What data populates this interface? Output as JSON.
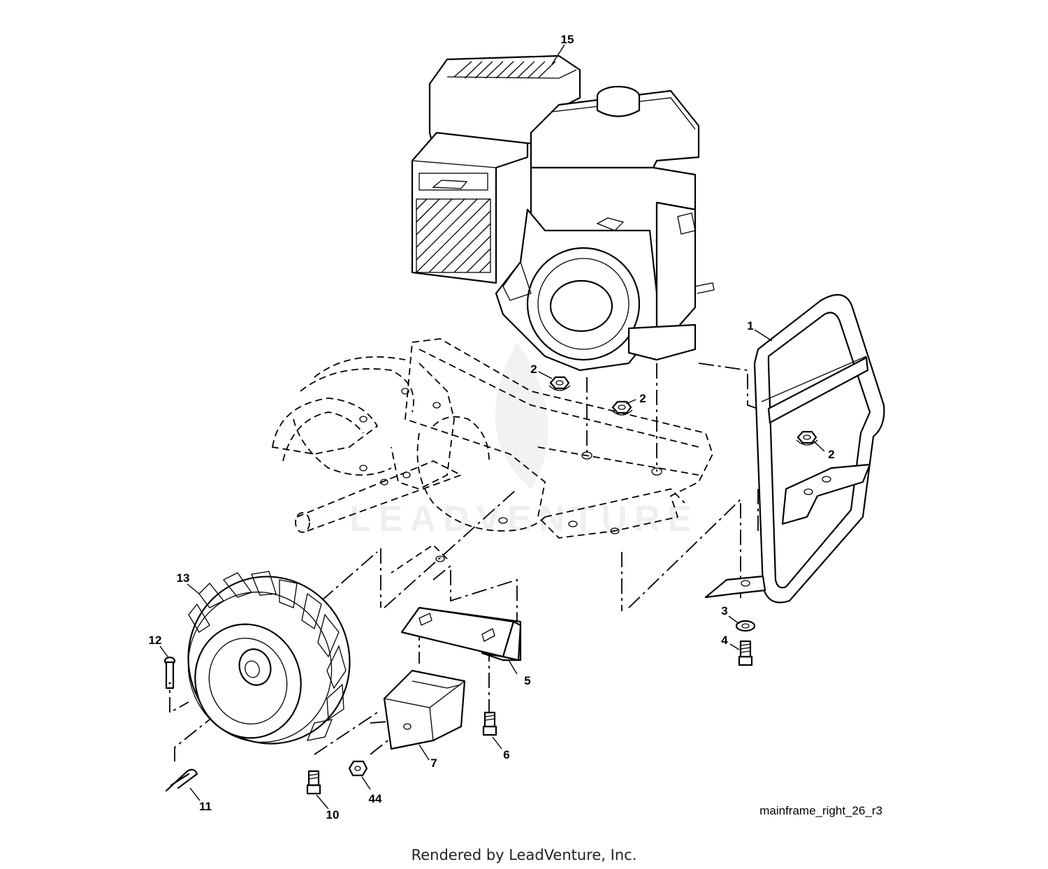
{
  "diagram": {
    "callouts": {
      "c1": "1",
      "c2a": "2",
      "c2b": "2",
      "c2c": "2",
      "c3": "3",
      "c4": "4",
      "c5": "5",
      "c6": "6",
      "c7": "7",
      "c10": "10",
      "c11": "11",
      "c12": "12",
      "c13": "13",
      "c15": "15",
      "c44": "44"
    },
    "diagram_id": "mainframe_right_26_r3",
    "watermark": "LEADVENTURE",
    "footer": "Rendered by LeadVenture, Inc."
  }
}
